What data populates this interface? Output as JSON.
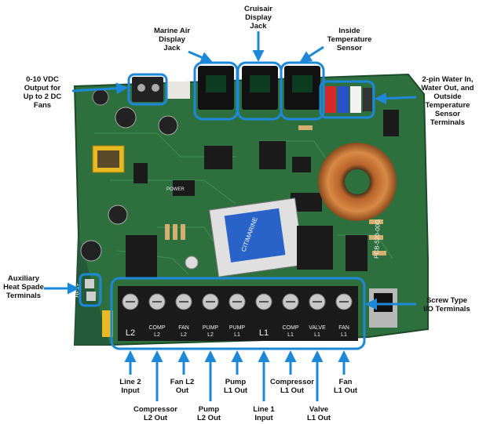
{
  "colors": {
    "callout_blue": "#1e88d8",
    "board_green": "#2e6f3e",
    "board_dark": "#1f4f2c",
    "terminal_black": "#1a1a1a"
  },
  "labels": {
    "marine_air_jack": "Marine Air\nDisplay\nJack",
    "cruisair_jack": "Cruisair\nDisplay\nJack",
    "inside_temp": "Inside\nTemperature\nSensor",
    "vdc_output": "0-10 VDC\nOutput for\nUp to 2 DC\nFans",
    "two_pin": "2-pin Water In,\nWater Out, and\nOutside\nTemperature\nSensor\nTerminals",
    "aux_heat": "Auxiliary\nHeat Spade\nTerminals",
    "screw_type": "Screw Type\nI/O Terminals",
    "line2_input": "Line 2\nInput",
    "compressor_l2": "Compressor\nL2 Out",
    "fan_l2": "Fan L2\nOut",
    "pump_l2": "Pump\nL2 Out",
    "pump_l1": "Pump\nL1 Out",
    "line1_input": "Line 1\nInput",
    "compressor_l1": "Compressor\nL1 Out",
    "valve_l1": "Valve\nL1 Out",
    "fan_l1": "Fan\nL1 Out"
  },
  "board_text": {
    "brand": "CITIMARINE",
    "pcb_code": "PCB-520-00G",
    "power": "POWER",
    "heat": "HEAT",
    "terminals": [
      "L2",
      "COMP\nL2",
      "FAN\nL2",
      "PUMP\nL2",
      "PUMP\nL1",
      "L1",
      "COMP\nL1",
      "VALVE\nL1",
      "FAN\nL1"
    ]
  }
}
